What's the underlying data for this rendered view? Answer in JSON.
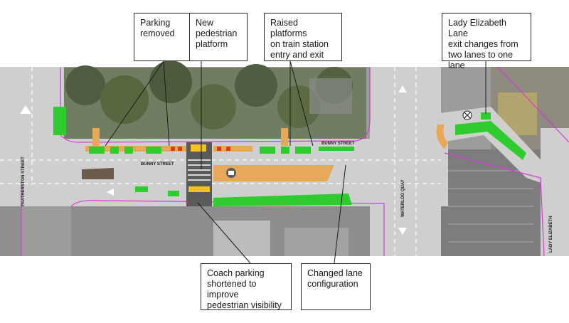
{
  "callouts": {
    "parking_removed": "Parking\nremoved",
    "new_platform": "New\npedestrian\nplatform",
    "raised_platforms": "Raised platforms\non train station\nentry and exit",
    "lady_elizabeth": "Lady Elizabeth Lane\nexit changes from\ntwo lanes to one lane",
    "coach_parking": "Coach parking\nshortened to improve\npedestrian visibility",
    "changed_lane": "Changed lane\nconfiguration"
  },
  "streets": {
    "bunny_street_a": "BUNNY STREET",
    "bunny_street_b": "BUNNY STREET",
    "featherston": "FEATHERSTON STREET",
    "waterloo": "WATERLOO QUAY",
    "lady_elizabeth": "LADY ELIZABETH"
  },
  "colors": {
    "road": "#cfcfcf",
    "green_markings": "#2ecc2e",
    "orange_platform": "#e8a85a",
    "magenta_boundary": "#d63ad0",
    "callout_border": "#2a2a2a"
  }
}
